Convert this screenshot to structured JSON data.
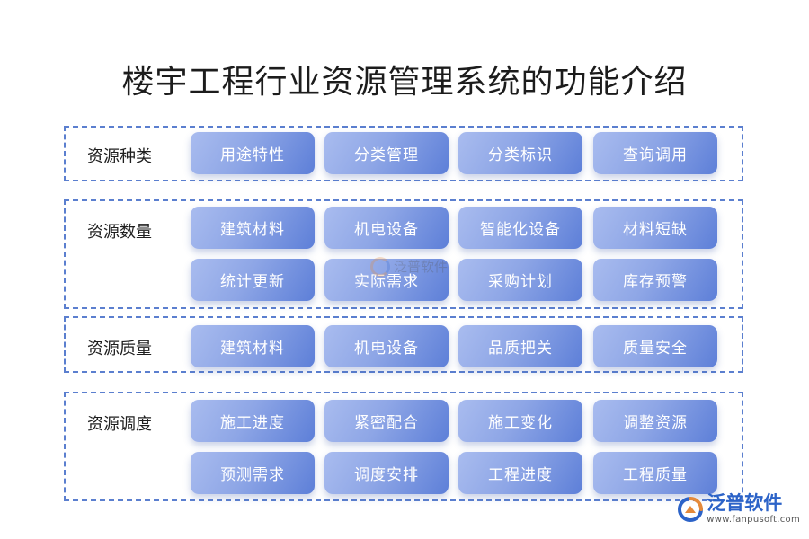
{
  "title": "楼宇工程行业资源管理系统的功能介绍",
  "sections": [
    {
      "label": "资源种类",
      "items": [
        "用途特性",
        "分类管理",
        "分类标识",
        "查询调用"
      ]
    },
    {
      "label": "资源数量",
      "items": [
        "建筑材料",
        "机电设备",
        "智能化设备",
        "材料短缺",
        "统计更新",
        "实际需求",
        "采购计划",
        "库存预警"
      ]
    },
    {
      "label": "资源质量",
      "items": [
        "建筑材料",
        "机电设备",
        "品质把关",
        "质量安全"
      ]
    },
    {
      "label": "资源调度",
      "items": [
        "施工进度",
        "紧密配合",
        "施工变化",
        "调整资源",
        "预测需求",
        "调度安排",
        "工程进度",
        "工程质量"
      ]
    }
  ],
  "watermark": "泛普软件",
  "logo": {
    "name": "泛普软件",
    "url": "www.fanpusoft.com"
  },
  "colors": {
    "accent": "#5b7fcf",
    "button_light": "#a9bcef",
    "button_dark": "#5d7fd8",
    "logo_blue": "#2c63c8",
    "logo_orange": "#e58a3a"
  }
}
